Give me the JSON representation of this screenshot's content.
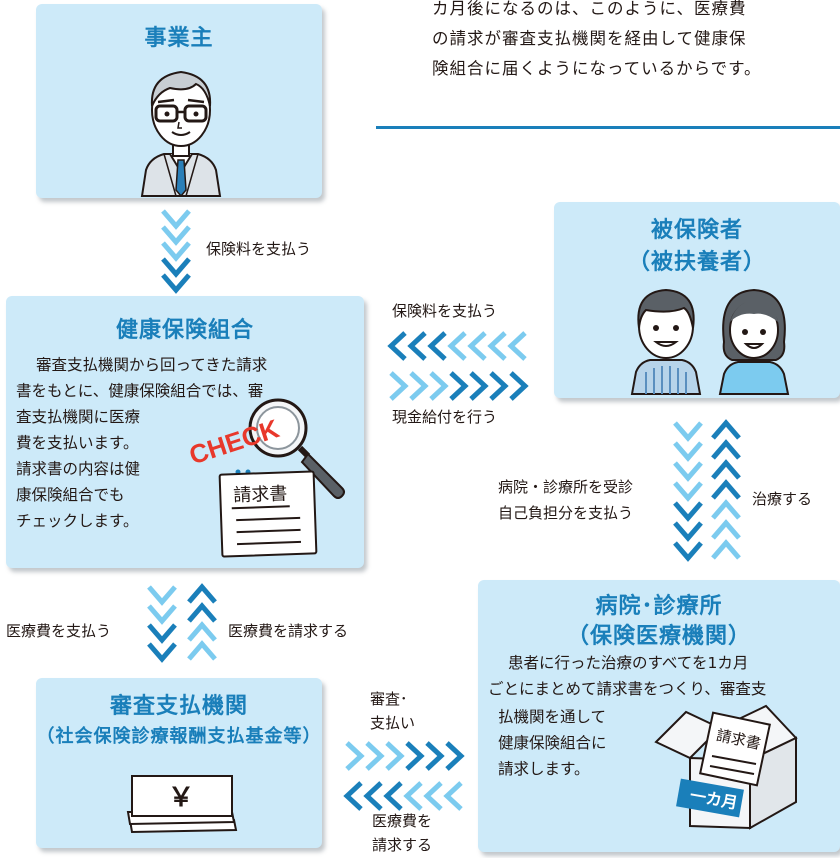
{
  "intro_text": {
    "line1": "カ月後になるのは、このように、医療費",
    "line2": "の請求が審査支払機関を経由して健康保",
    "line3": "険組合に届くようになっているからです。"
  },
  "nodes": {
    "employer": {
      "title": "事業主"
    },
    "insured": {
      "title": "被保険者",
      "subtitle": "（被扶養者）"
    },
    "kenpo": {
      "title": "健康保険組合",
      "line1": "審査支払機関から回ってきた請求",
      "line2": "書をもとに、健康保険組合では、審",
      "line3": "査支払機関に医療",
      "line4": "費を支払います。",
      "line5": "請求書の内容は健",
      "line6": "康保険組合でも",
      "line7": "チェックします。",
      "check_label": "CHECK",
      "document_label": "請求書"
    },
    "hospital": {
      "title": "病院･診療所",
      "subtitle": "（保険医療機関）",
      "line1": "患者に行った治療のすべてを1カ月",
      "line2": "ごとにまとめて請求書をつくり、審査支",
      "line3": "払機関を通して",
      "line4": "健康保険組合に",
      "line5": "請求します。",
      "document_label": "請求書",
      "box_label": "一カ月"
    },
    "review": {
      "title": "審査支払機関",
      "subtitle": "（社会保険診療報酬支払基金等）",
      "yen_label": "￥"
    }
  },
  "flows": {
    "employer_to_kenpo": "保険料を支払う",
    "insured_to_kenpo": "保険料を支払う",
    "kenpo_to_insured": "現金給付を行う",
    "insured_to_hospital_1": "病院・診療所を受診",
    "insured_to_hospital_2": "自己負担分を支払う",
    "hospital_to_insured": "治療する",
    "kenpo_to_review": "医療費を支払う",
    "review_to_kenpo": "医療費を請求する",
    "review_to_hospital_1": "審査･",
    "review_to_hospital_2": "支払い",
    "hospital_to_review_1": "医療費を",
    "hospital_to_review_2": "請求する"
  },
  "colors": {
    "box_fill": "#cdeaf9",
    "title_blue": "#1a7fba",
    "arrow_dark": "#1a7fba",
    "arrow_light": "#7ccbef",
    "check_red": "#e8382b"
  }
}
